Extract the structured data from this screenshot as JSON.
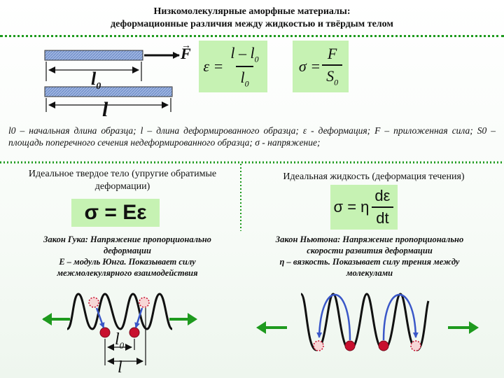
{
  "title": {
    "line1": "Низкомолекулярные аморфные материалы:",
    "line2": "деформационные различия между жидкостью и твёрдым телом"
  },
  "rod_labels": {
    "force": "F",
    "l0_letter": "l",
    "l0_sub": "0",
    "l_letter": "l"
  },
  "strain_formula": {
    "lhs": "ε =",
    "numerator": "l – l",
    "numerator_sub": "0",
    "denominator": "l",
    "denominator_sub": "0"
  },
  "stress_formula": {
    "lhs": "σ =",
    "numerator": "F",
    "denominator": "S",
    "denominator_sub": "0"
  },
  "definitions": {
    "text": "l0 – начальная длина образца; l – длина деформированного образца; ε - деформация; F – приложенная сила; S0 – площадь поперечного сечения недеформированного образца; σ - напряжение;"
  },
  "solid": {
    "heading": "Идеальное твердое тело (упругие обратимые деформации)",
    "formula": "σ = Eε",
    "law_line1": "Закон Гука: Напряжение пропорционально",
    "law_line2": "деформации",
    "law_line3": "E – модуль Юнга. Показывает силу",
    "law_line4": "межмолекулярного взаимодействия",
    "label_l0": "l",
    "label_l0_sub": "0",
    "label_l": "l"
  },
  "liquid": {
    "heading": "Идеальная жидкость (деформация течения)",
    "formula_lhs": "σ = η",
    "formula_num": "dε",
    "formula_den": "dt",
    "law_line1": "Закон Ньютона: Напряжение пропорционально",
    "law_line2": "скорости развития деформации",
    "law_line3": "η – вязкость. Показывает силу трения между",
    "law_line4": "молекулами"
  },
  "colors": {
    "green_accent": "#1e9a1e",
    "formula_bg": "#c6f2b3",
    "rod_blue": "#8aa6d6",
    "molecule_red": "#c8102e",
    "arrow_blue": "#3a57c8"
  }
}
